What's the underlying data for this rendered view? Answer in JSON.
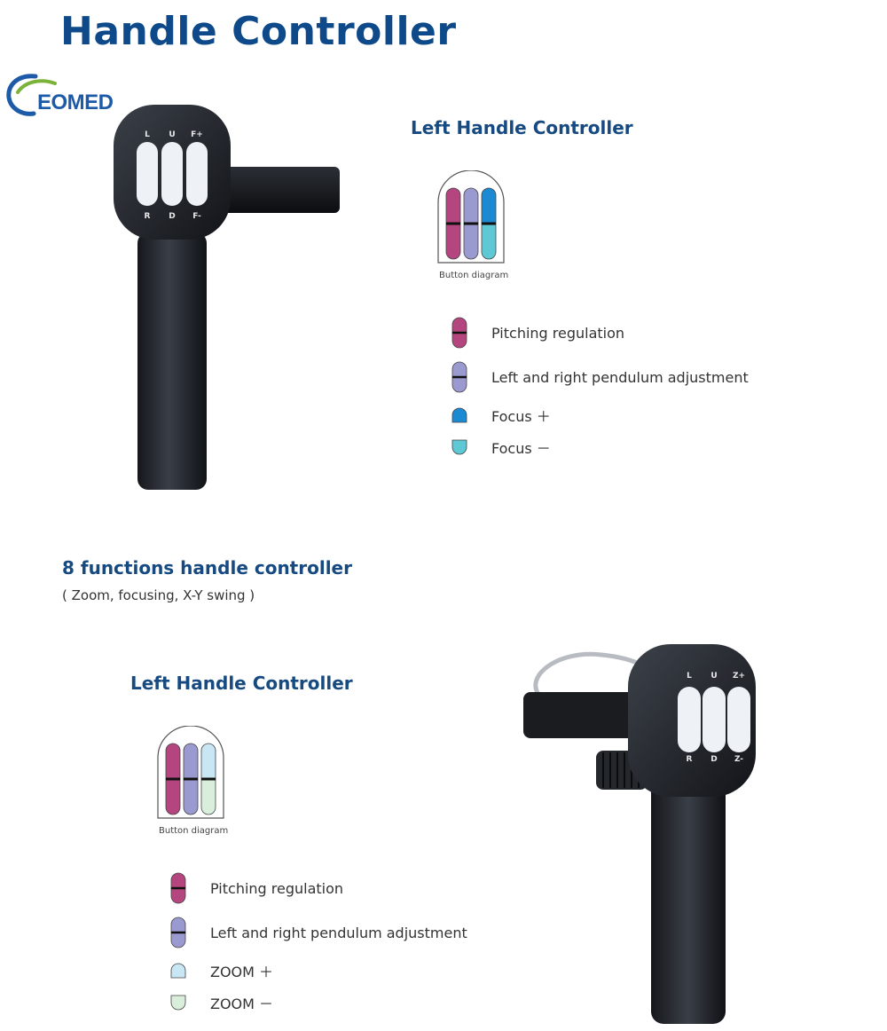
{
  "page": {
    "title": "Handle Controller",
    "brand": "EOMED"
  },
  "section1": {
    "heading": "Left Handle Controller",
    "diagram_caption": "Button diagram",
    "device_labels": {
      "top": [
        "L",
        "U",
        "F+"
      ],
      "bottom": [
        "R",
        "D",
        "F-"
      ]
    },
    "buttons": [
      {
        "top_color": "#b4457f",
        "bottom_color": "#b4457f"
      },
      {
        "top_color": "#9b9ad0",
        "bottom_color": "#9b9ad0"
      },
      {
        "top_color": "#1b8ad2",
        "bottom_color": "#5ec8d4"
      }
    ],
    "legend": [
      {
        "label": "Pitching regulation",
        "icon": "full-capsule-icon",
        "top_color": "#b4457f",
        "bottom_color": "#b4457f"
      },
      {
        "label": "Left and right pendulum adjustment",
        "icon": "full-capsule-icon",
        "top_color": "#9b9ad0",
        "bottom_color": "#9b9ad0"
      },
      {
        "label": "Focus ＋",
        "icon": "top-half-icon",
        "color": "#1b8ad2"
      },
      {
        "label": "Focus －",
        "icon": "bottom-half-icon",
        "color": "#5ec8d4"
      }
    ]
  },
  "section_functions": {
    "heading": "8 functions handle controller",
    "subtitle": "( Zoom, focusing, X-Y swing )"
  },
  "section2": {
    "heading": "Left Handle Controller",
    "diagram_caption": "Button diagram",
    "device_labels": {
      "top": [
        "L",
        "U",
        "Z+"
      ],
      "bottom": [
        "R",
        "D",
        "Z-"
      ]
    },
    "buttons": [
      {
        "top_color": "#b4457f",
        "bottom_color": "#b4457f"
      },
      {
        "top_color": "#9b9ad0",
        "bottom_color": "#9b9ad0"
      },
      {
        "top_color": "#c9e6f5",
        "bottom_color": "#d9efdc"
      }
    ],
    "legend": [
      {
        "label": "Pitching regulation",
        "icon": "full-capsule-icon",
        "top_color": "#b4457f",
        "bottom_color": "#b4457f"
      },
      {
        "label": "Left and right pendulum adjustment",
        "icon": "full-capsule-icon",
        "top_color": "#9b9ad0",
        "bottom_color": "#9b9ad0"
      },
      {
        "label": "ZOOM ＋",
        "icon": "top-half-icon",
        "color": "#c9e6f5"
      },
      {
        "label": "ZOOM －",
        "icon": "bottom-half-icon",
        "color": "#d9efdc"
      }
    ]
  }
}
